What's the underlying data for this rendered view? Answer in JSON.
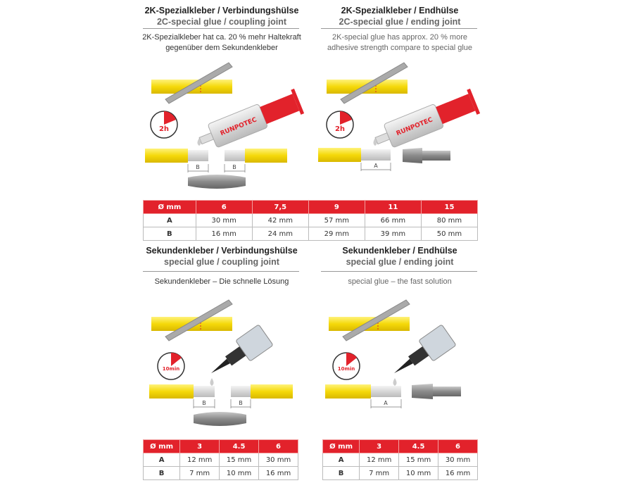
{
  "panels": [
    {
      "title": "2K-Spezialkleber / Verbindungshülse",
      "subtitle": "2C-special glue / coupling joint",
      "desc1": "2K-Spezialkleber hat ca. 20 % mehr Haltekraft",
      "desc2": "gegenüber dem Sekundenkleber",
      "timer": "2h",
      "dims": [
        "B",
        "B"
      ],
      "brand": "RUNPOTEC"
    },
    {
      "title": "2K-Spezialkleber / Endhülse",
      "subtitle": "2C-special glue / ending joint",
      "desc1": "2K-special glue has approx. 20 % more",
      "desc2": "adhesive strength compare to special glue",
      "timer": "2h",
      "dims": [
        "A"
      ],
      "brand": "RUNPOTEC"
    },
    {
      "title": "Sekundenkleber / Verbindungshülse",
      "subtitle": "special glue / coupling joint",
      "desc1": "Sekundenkleber – Die schnelle Lösung",
      "timer": "10min",
      "dims": [
        "B",
        "B"
      ]
    },
    {
      "title": "Sekundenkleber / Endhülse",
      "subtitle": "special glue / ending joint",
      "desc1": "special glue – the fast solution",
      "timer": "10min",
      "dims": [
        "A"
      ]
    }
  ],
  "table_2k": {
    "headers": [
      "Ø mm",
      "6",
      "7,5",
      "9",
      "11",
      "15"
    ],
    "rows": [
      [
        "A",
        "30 mm",
        "42 mm",
        "57 mm",
        "66 mm",
        "80 mm"
      ],
      [
        "B",
        "16 mm",
        "24 mm",
        "29 mm",
        "39 mm",
        "50 mm"
      ]
    ]
  },
  "table_sek": {
    "headers": [
      "Ø mm",
      "3",
      "4.5",
      "6"
    ],
    "rows": [
      [
        "A",
        "12 mm",
        "15 mm",
        "30 mm"
      ],
      [
        "B",
        "7 mm",
        "10 mm",
        "16 mm"
      ]
    ]
  },
  "colors": {
    "red": "#e2222b",
    "yellow": "#f5d90a"
  }
}
